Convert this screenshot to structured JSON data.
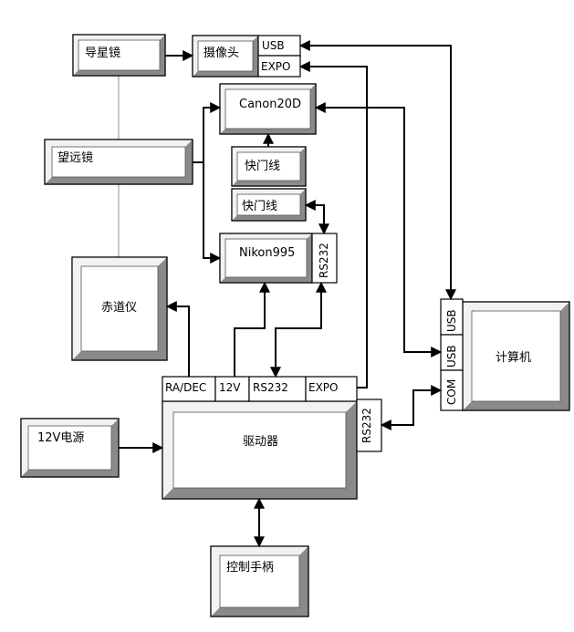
{
  "blocks": {
    "guide_scope": "导星镜",
    "camera": "摄像头",
    "telescope": "望远镜",
    "canon": "Canon20D",
    "shutter_cable_1": "快门线",
    "shutter_cable_2": "快门线",
    "nikon": "Nikon995",
    "equatorial_mount": "赤道仪",
    "computer": "计算机",
    "power": "12V电源",
    "driver": "驱动器",
    "hand_controller": "控制手柄"
  },
  "ports": {
    "camera_usb": "USB",
    "camera_expo": "EXPO",
    "nikon_rs232": "RS232",
    "computer_usb_1": "USB",
    "computer_usb_2": "USB",
    "computer_com": "COM",
    "driver_radec": "RA/DEC",
    "driver_12v": "12V",
    "driver_rs232_top": "RS232",
    "driver_expo": "EXPO",
    "driver_rs232_side": "RS232"
  },
  "colors": {
    "line": "#000000",
    "block_fill": "#ffffff",
    "bevel_light": "#f2f2f2",
    "bevel_dark": "#8a8a8a",
    "mount_link": "#b4b4b4"
  }
}
